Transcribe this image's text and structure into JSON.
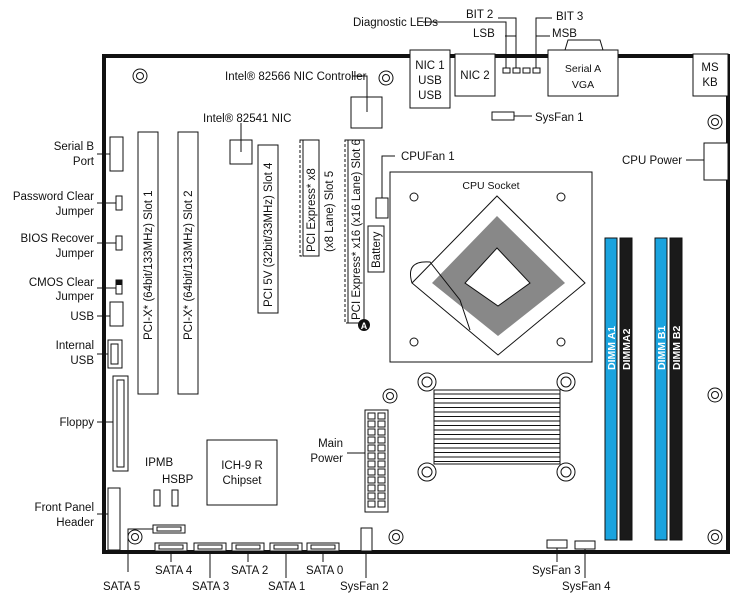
{
  "top": {
    "diagnostic_leds": "Diagnostic LEDs",
    "bit2": "BIT 2",
    "lsb": "LSB",
    "bit3": "BIT 3",
    "msb": "MSB",
    "nic1": [
      "NIC 1",
      "USB",
      "USB"
    ],
    "nic2": "NIC 2",
    "serial_a": [
      "Serial A",
      "VGA"
    ],
    "mskb": [
      "MS",
      "KB"
    ]
  },
  "left": {
    "serial_b": [
      "Serial B",
      "Port"
    ],
    "password_clear": [
      "Password Clear",
      "Jumper"
    ],
    "bios_recover": [
      "BIOS Recover",
      "Jumper"
    ],
    "cmos_clear": [
      "CMOS Clear",
      "Jumper"
    ],
    "usb": "USB",
    "internal_usb": [
      "Internal",
      "USB"
    ],
    "floppy": "Floppy",
    "front_panel": [
      "Front Panel",
      "Header"
    ]
  },
  "board": {
    "nic_controller": "Intel® 82566 NIC Controller",
    "nic_82541": "Intel® 82541 NIC",
    "slot1": "PCI-X* (64bit/133MHz) Slot 1",
    "slot2": "PCI-X* (64bit/133MHz) Slot 2",
    "slot4": "PCI 5V (32bit/33MHz) Slot 4",
    "slot5a": "PCI Express* x8",
    "slot5b": "(x8 Lane) Slot 5",
    "slot6": "PCI Express* x16 (x16 Lane) Slot 6",
    "marker_a": "A",
    "battery": "Battery",
    "cpufan1": "CPUFan 1",
    "cpu_socket": "CPU Socket",
    "sysfan1": "SysFan 1",
    "cpu_power": "CPU Power",
    "dimm_a1": "DIMM A1",
    "dimm_a2": "DIMMA2",
    "dimm_b1": "DIMM B1",
    "dimm_b2": "DIMM B2",
    "main_power": [
      "Main",
      "Power"
    ],
    "ipmb": "IPMB",
    "hsbp": "HSBP",
    "chipset": [
      "ICH-9 R",
      "Chipset"
    ]
  },
  "bottom": {
    "sata5": "SATA 5",
    "sata4": "SATA 4",
    "sata3": "SATA 3",
    "sata2": "SATA 2",
    "sata1": "SATA 1",
    "sata0": "SATA 0",
    "sysfan2": "SysFan 2",
    "sysfan3": "SysFan 3",
    "sysfan4": "SysFan 4"
  },
  "colors": {
    "dimm_blue": "#1aa3de",
    "dimm_black": "#1a1a1a"
  }
}
